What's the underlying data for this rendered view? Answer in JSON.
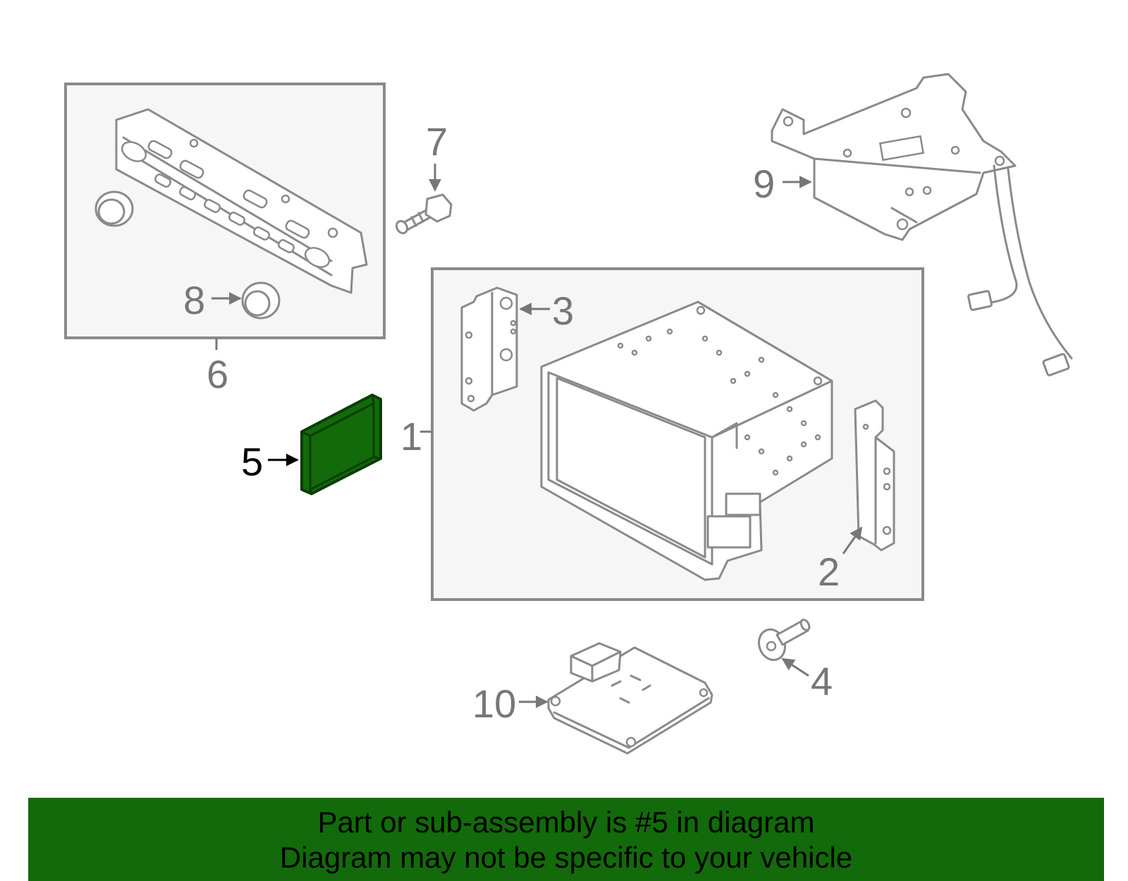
{
  "callouts": {
    "c1": "1",
    "c2": "2",
    "c3": "3",
    "c4": "4",
    "c5": "5",
    "c6": "6",
    "c7": "7",
    "c8": "8",
    "c9": "9",
    "c10": "10"
  },
  "highlight": {
    "part": "5",
    "color": "#136a0a"
  },
  "banner": {
    "line1": "Part or sub-assembly is #5 in diagram",
    "line2": "Diagram may not be specific to your vehicle",
    "background": "#136a0a"
  }
}
